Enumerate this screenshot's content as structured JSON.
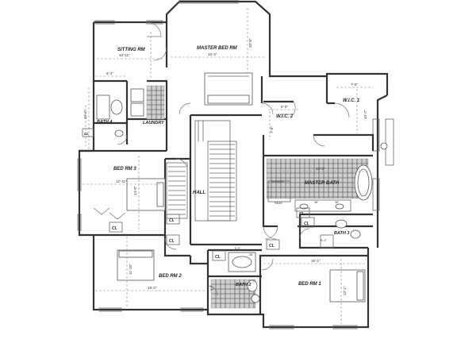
{
  "rooms": {
    "sitting_rm": {
      "name": "SITTING RM",
      "dim": "10'-11\""
    },
    "master_bed_rm": {
      "name": "MASTER BED RM",
      "dim": "15'-4\"",
      "dim_v": "20'-8\""
    },
    "wic1": {
      "name": "W.I.C. 1",
      "dim_h": "7'-0\"",
      "dim_v": "10'-2\""
    },
    "wic2": {
      "name": "W.I.C. 2",
      "dim_h": "6'-0\"",
      "dim_v": "7'-6\""
    },
    "bath4": {
      "name": "BATH 4",
      "dim_v": "10'-6\""
    },
    "laundry": {
      "name": "LAUNDRY",
      "dim_h": "5'-1\""
    },
    "bed_rm3": {
      "name": "BED RM 3",
      "dim_h": "12'-11\"",
      "dim_v": "14'-0\""
    },
    "hall": {
      "name": "HALL"
    },
    "master_bath": {
      "name": "MASTER BATH",
      "dim_h": "13'-2\"",
      "seat": "SEAT",
      "shower": "SHOWER"
    },
    "bath3": {
      "name": "BATH 3",
      "dim": "9'-2\""
    },
    "bed_rm2": {
      "name": "BED RM 2",
      "dim_h": "18'-2\"",
      "dim_v": "11'-10\""
    },
    "bath2": {
      "name": "BATH 2"
    },
    "bed_rm1": {
      "name": "BED RM 1",
      "dim_h": "16'-1\"",
      "dim_v": "13'-1\""
    }
  },
  "closets": [
    "CL",
    "CL",
    "CL",
    "CL",
    "CL",
    "CL",
    "CL",
    "CL"
  ],
  "vanity_dims": [
    "36\"",
    "36\"",
    "36\""
  ],
  "bath_dims": [
    "5'-0\"",
    "9'-5\""
  ]
}
